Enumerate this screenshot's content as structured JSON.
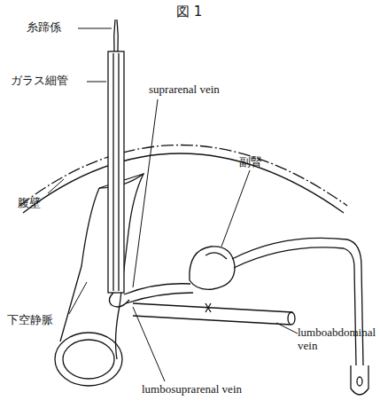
{
  "diagram": {
    "title": "図 1",
    "labels": [
      "糸蹄係",
      "ガラス細管",
      "腹壁",
      "suprarenal vein",
      "副腎",
      "下空静脈",
      "lumboabdominal vein",
      "lumbosuprarenal vein"
    ]
  }
}
